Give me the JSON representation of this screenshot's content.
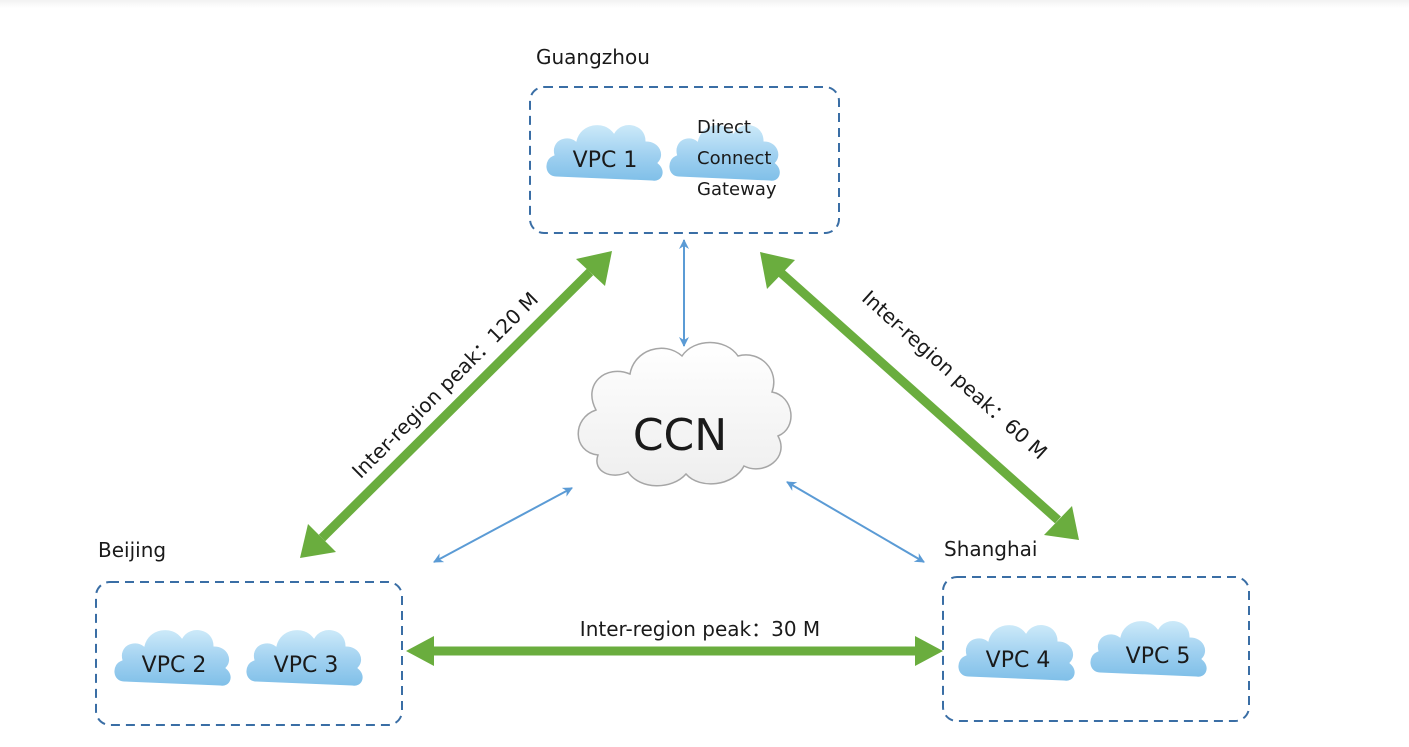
{
  "regions": {
    "guangzhou": {
      "label": "Guangzhou",
      "items": [
        "VPC 1",
        "Direct",
        "Connect",
        "Gateway"
      ]
    },
    "beijing": {
      "label": "Beijing",
      "items": [
        "VPC 2",
        "VPC 3"
      ]
    },
    "shanghai": {
      "label": "Shanghai",
      "items": [
        "VPC 4",
        "VPC 5"
      ]
    }
  },
  "hub": {
    "label": "CCN"
  },
  "links": {
    "beijing_guangzhou": "Inter-region peak：120 M",
    "guangzhou_shanghai": "Inter-region peak：60 M",
    "beijing_shanghai": "Inter-region peak：30 M"
  },
  "colors": {
    "peak_arrow": "#6aad3e",
    "ccn_arrow": "#5b9bd5",
    "region_border": "#3a6ea5",
    "vpc_cloud": "#9fd0f0",
    "text": "#1a1a1a"
  }
}
